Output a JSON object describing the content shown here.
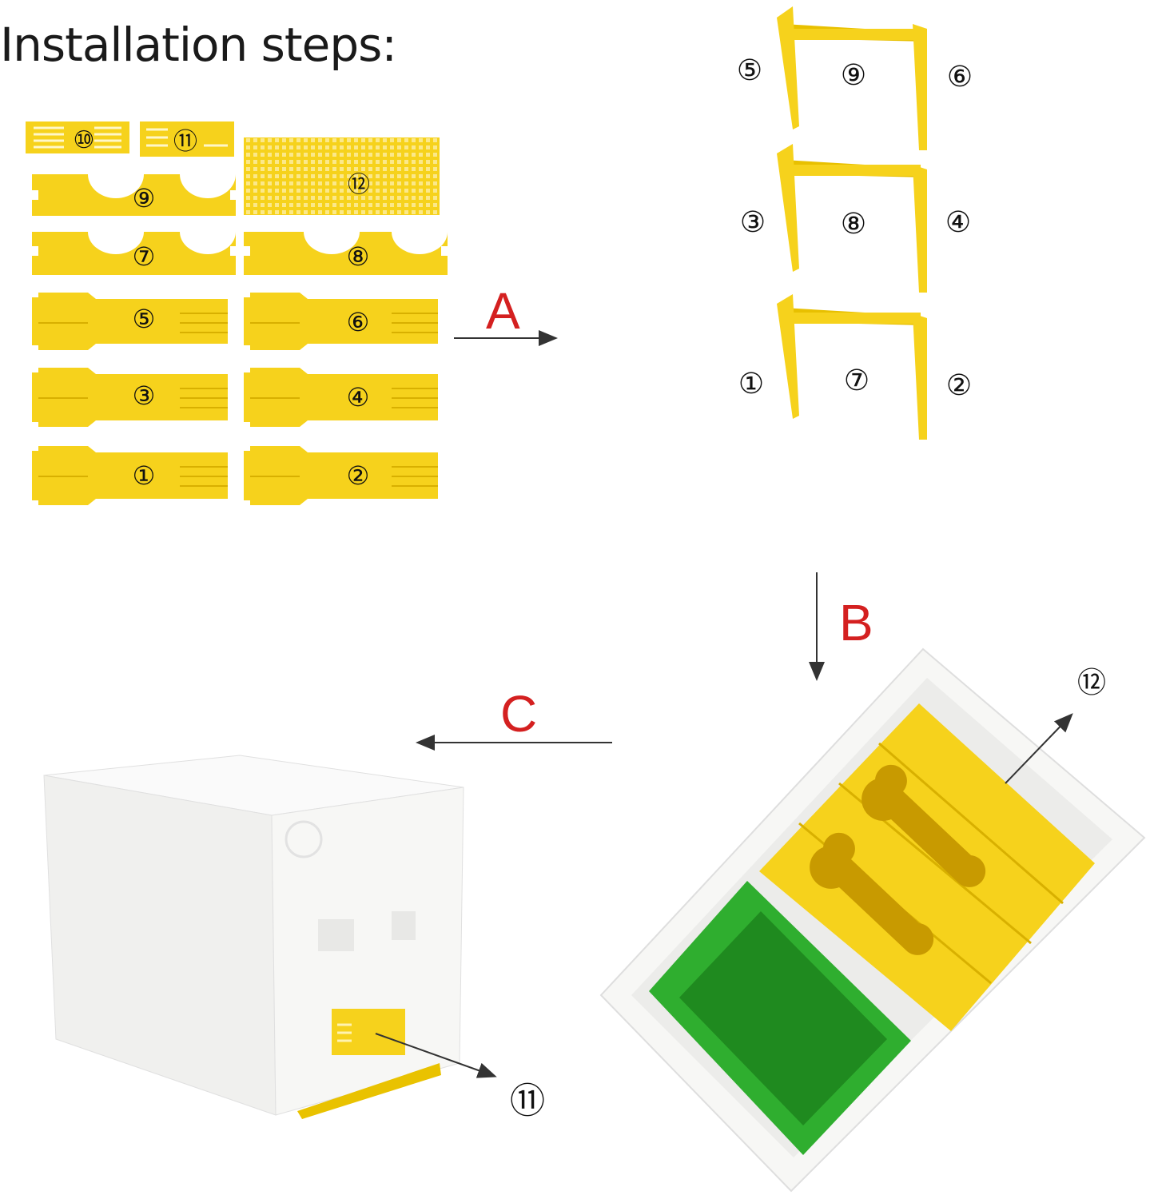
{
  "title": "Installation steps:",
  "steps": {
    "a": "A",
    "b": "B",
    "c": "C",
    "color": "#d42020"
  },
  "parts": {
    "p1": "①",
    "p2": "②",
    "p3": "③",
    "p4": "④",
    "p5": "⑤",
    "p6": "⑥",
    "p7": "⑦",
    "p8": "⑧",
    "p9": "⑨",
    "p10": "⑩",
    "p11": "⑪",
    "p12": "⑫"
  },
  "colors": {
    "plastic_yellow": "#f6d21c",
    "plastic_yellow_dark": "#d8b000",
    "foam_white": "#f7f7f5",
    "feeder_green": "#2fae2f",
    "arrow": "#444444"
  }
}
